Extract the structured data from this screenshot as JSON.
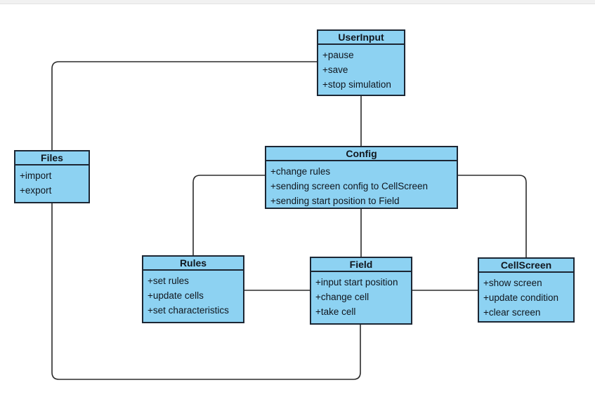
{
  "page": {
    "background": "#ffffff",
    "top_strip_color": "#f1f1f1"
  },
  "diagram": {
    "type": "uml-class-diagram",
    "colors": {
      "node_fill": "#8dd2f2",
      "node_border": "#1c2633",
      "line": "#2b2b2b"
    },
    "classes": [
      {
        "name": "UserInput",
        "methods": [
          "+pause",
          "+save",
          "+stop simulation"
        ]
      },
      {
        "name": "Files",
        "methods": [
          "+import",
          "+export"
        ]
      },
      {
        "name": "Config",
        "methods": [
          "+change rules",
          "+sending screen config to CellScreen",
          "+sending start position to Field"
        ]
      },
      {
        "name": "Rules",
        "methods": [
          "+set rules",
          "+update cells",
          "+set characteristics"
        ]
      },
      {
        "name": "Field",
        "methods": [
          "+input start position",
          "+change cell",
          "+take cell"
        ]
      },
      {
        "name": "CellScreen",
        "methods": [
          "+show screen",
          "+update condition",
          "+clear screen"
        ]
      }
    ],
    "connections": [
      {
        "from": "UserInput",
        "to": "Files"
      },
      {
        "from": "Files",
        "to": "Field"
      },
      {
        "from": "UserInput",
        "to": "Config"
      },
      {
        "from": "Config",
        "to": "Rules"
      },
      {
        "from": "Config",
        "to": "Field"
      },
      {
        "from": "Config",
        "to": "CellScreen"
      },
      {
        "from": "Rules",
        "to": "Field"
      },
      {
        "from": "Field",
        "to": "CellScreen"
      }
    ]
  }
}
